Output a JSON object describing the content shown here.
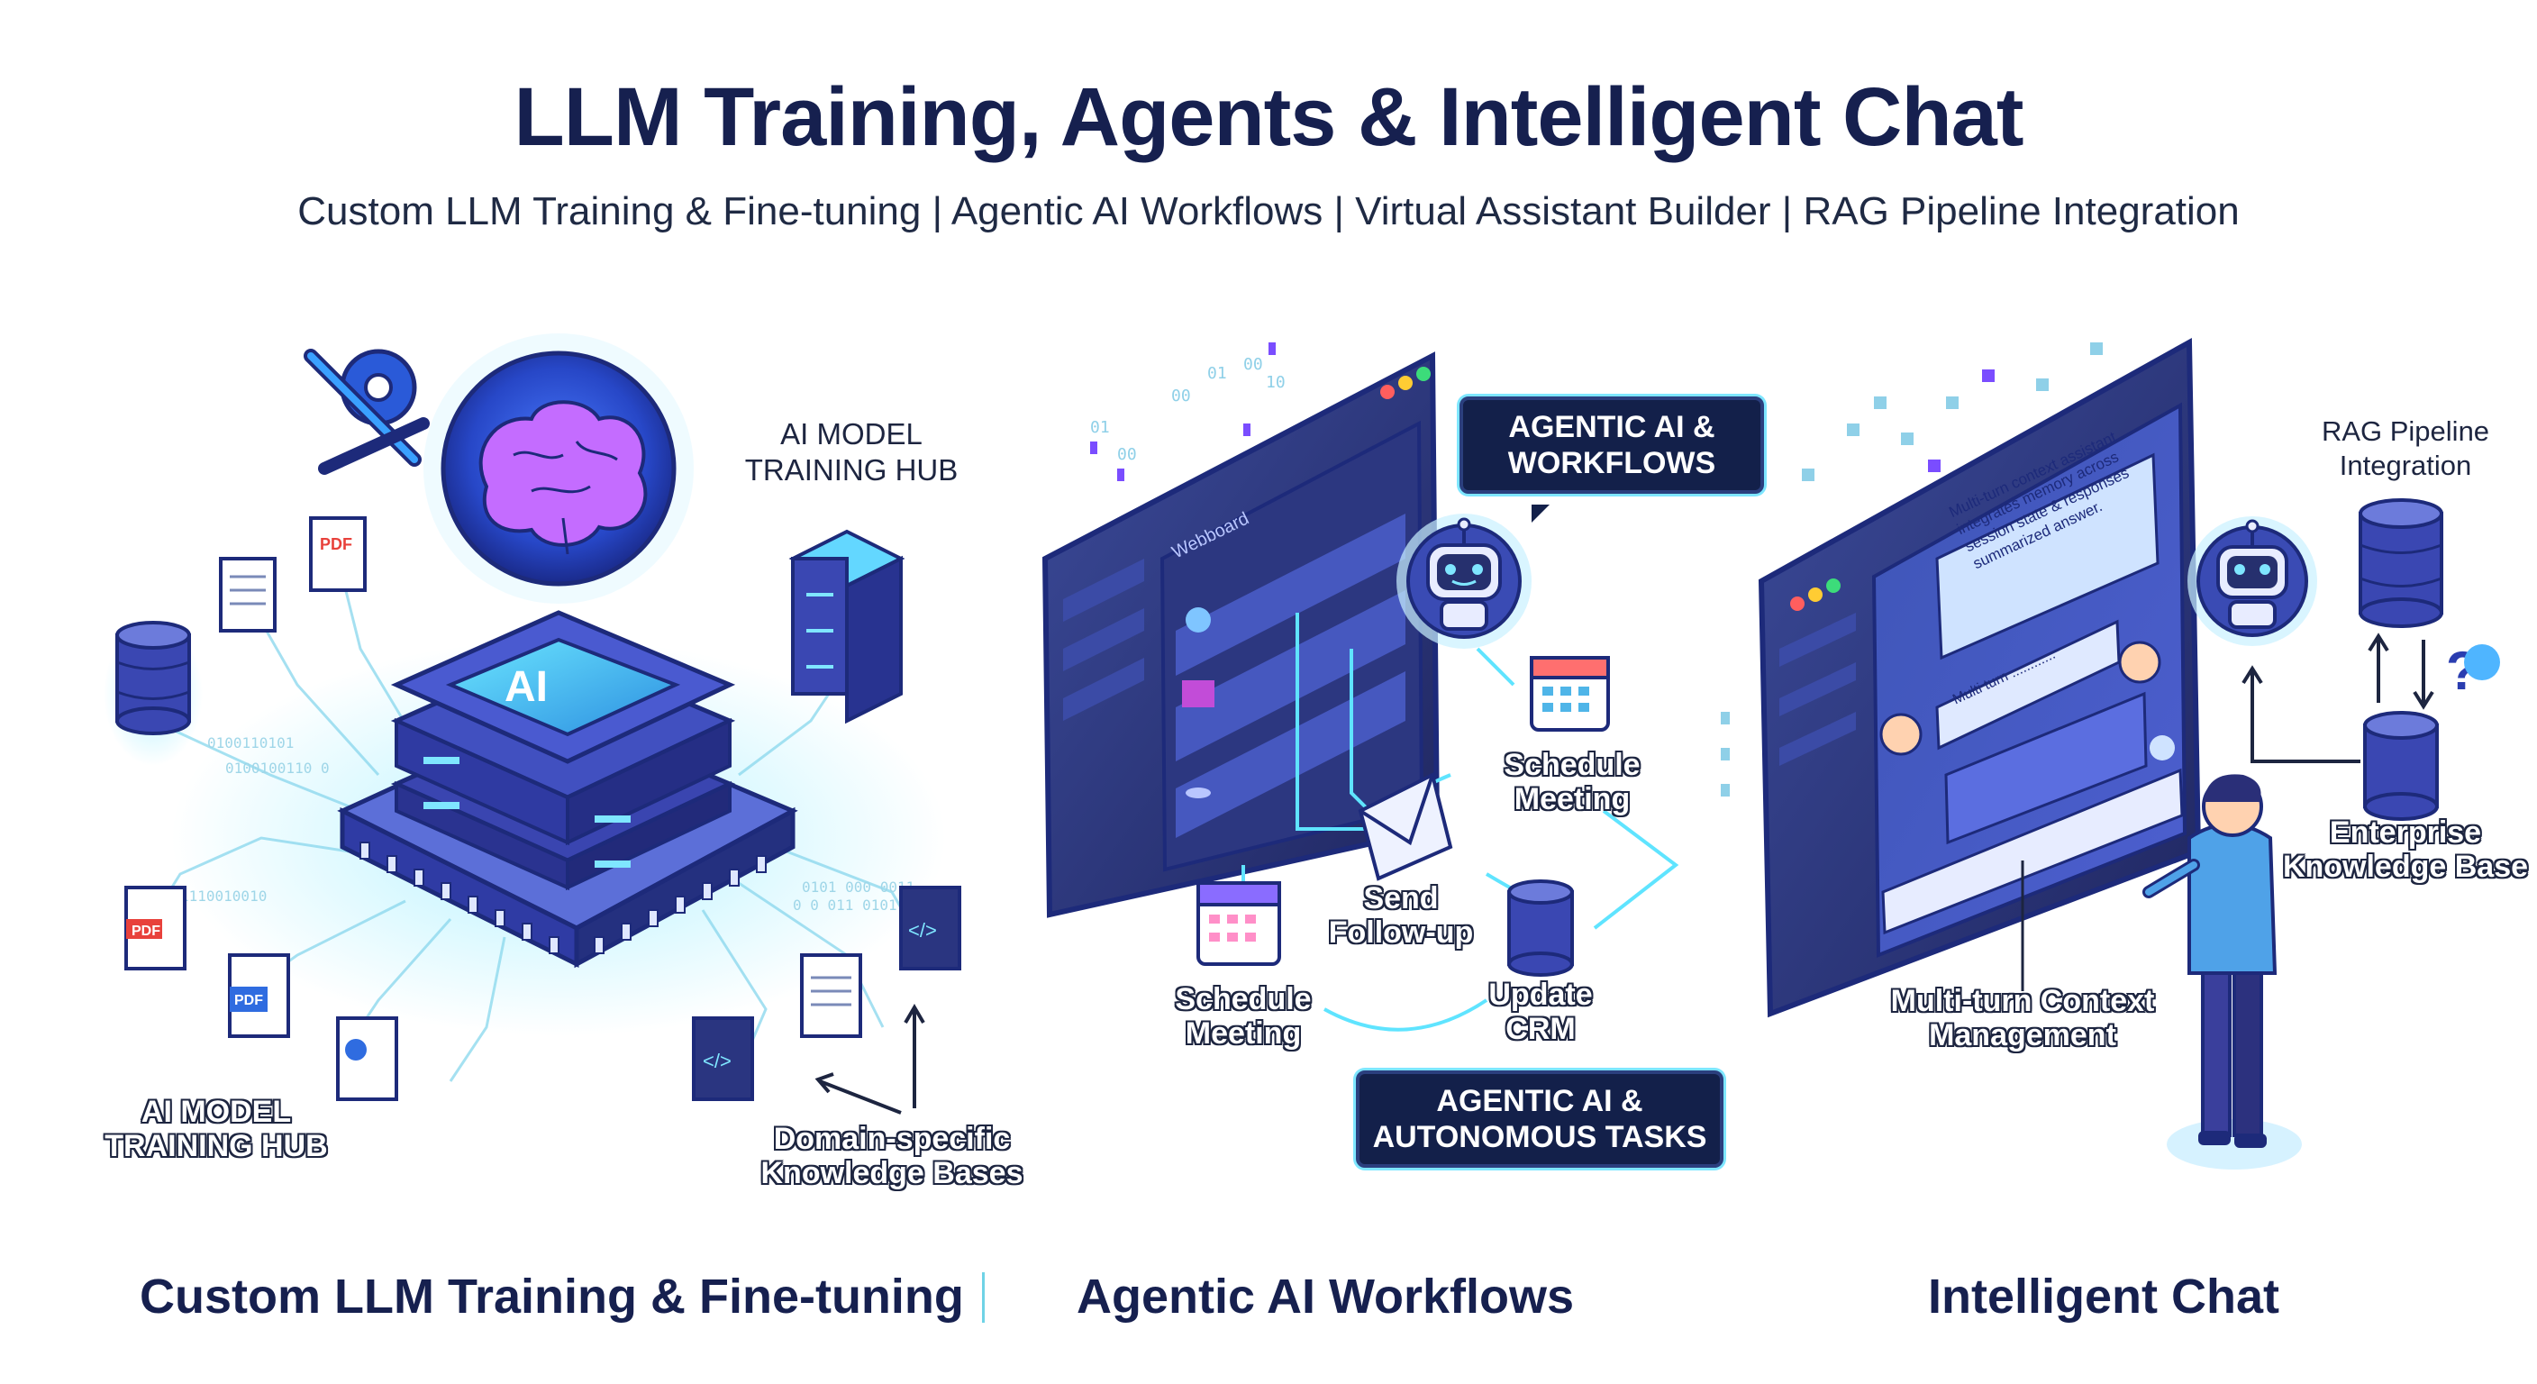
{
  "header": {
    "title": "LLM Training, Agents & Intelligent Chat",
    "subtitle": "Custom LLM Training & Fine-tuning | Agentic AI Workflows | Virtual Assistant Builder | RAG Pipeline Integration"
  },
  "training": {
    "hub_label_top": "AI MODEL\nTRAINING HUB",
    "hub_label_bottom": "AI MODEL\nTRAINING HUB",
    "chip_text": "AI",
    "pdf_text": "PDF",
    "code_text": "</>",
    "domain_label": "Domain-specific\nKnowledge Bases"
  },
  "agentic": {
    "top_badge": "AGENTIC AI &\nWORKFLOWS",
    "bottom_badge": "AGENTIC AI &\nAUTONOMOUS TASKS",
    "window_heading": "Webboard",
    "schedule_top": "Schedule\nMeeting",
    "send_followup": "Send\nFollow-up",
    "schedule_bottom": "Schedule\nMeeting",
    "update_crm": "Update\nCRM"
  },
  "chat": {
    "rag_label": "RAG Pipeline\nIntegration",
    "kb_label": "Enterprise\nKnowledge Base",
    "context_label": "Multi-turn Context\nManagement",
    "bubble_1": "Multi-turn context assistant\nintegrates memory across\nsession state & responses\nsummarized answer.",
    "bubble_2": "Multi turn ............"
  },
  "footer": {
    "left": "Custom LLM Training & Fine-tuning",
    "middle": "Agentic AI Workflows",
    "right": "Intelligent Chat"
  },
  "colors": {
    "navy": "#16204f",
    "cyan": "#5fe4ff",
    "purple": "#7a4dff",
    "panel": "#2a3470"
  }
}
